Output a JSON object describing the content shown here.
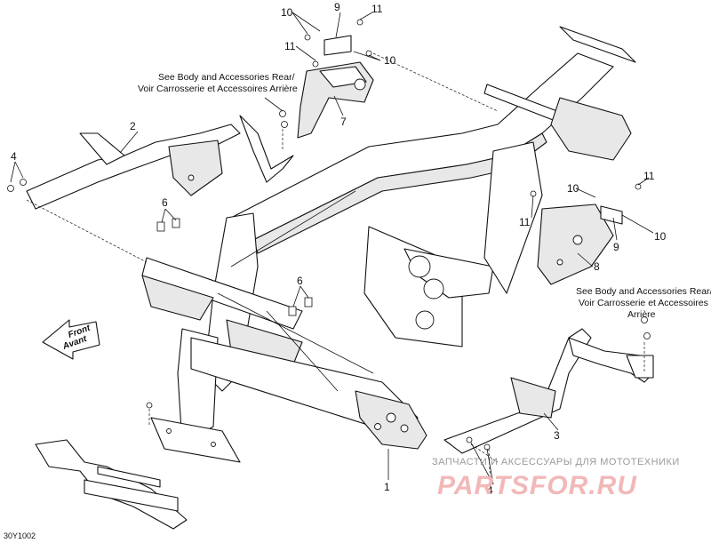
{
  "callouts": {
    "c1": "1",
    "c2": "2",
    "c3": "3",
    "c4a": "4",
    "c4b": "4",
    "c6a": "6",
    "c6b": "6",
    "c7": "7",
    "c8": "8",
    "c9a": "9",
    "c9b": "9",
    "c10a": "10",
    "c10b": "10",
    "c10c": "10",
    "c10d": "10",
    "c11a": "11",
    "c11b": "11",
    "c11c": "11",
    "c11d": "11"
  },
  "notes": {
    "rear_top_line1": "See Body and Accessories Rear/",
    "rear_top_line2": "Voir Carrosserie et Accessoires Arrière",
    "rear_right_line1": "See Body and Accessories Rear/",
    "rear_right_line2": "Voir Carrosserie et Accessoires",
    "rear_right_line3": "Arrière"
  },
  "direction_arrow": {
    "line1": "Front",
    "line2": "Avant"
  },
  "watermark": {
    "tagline": "ЗАПЧАСТИ И АКСЕССУАРЫ ДЛЯ МОТОТЕХНИКИ",
    "brand": "PARTSFOR.RU",
    "brand_color": "#f2b8b8"
  },
  "figure_ref": "30Y1002"
}
